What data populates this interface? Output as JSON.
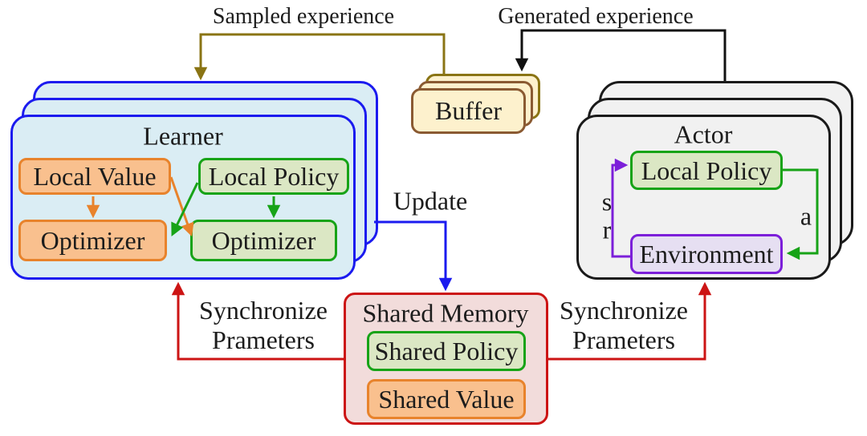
{
  "figure": {
    "type": "reinforcement-learning-architecture-diagram",
    "labels": {
      "sampled_experience": "Sampled experience",
      "generated_experience": "Generated experience",
      "update": "Update",
      "sync_line1": "Synchronize",
      "sync_line2": "Prameters",
      "state": "s",
      "reward": "r",
      "action": "a"
    },
    "learner": {
      "title": "Learner",
      "local_value": "Local Value",
      "local_policy": "Local Policy",
      "value_optimizer": "Optimizer",
      "policy_optimizer": "Optimizer"
    },
    "buffer": {
      "title": "Buffer"
    },
    "actor": {
      "title": "Actor",
      "local_policy": "Local Policy",
      "environment": "Environment"
    },
    "shared_memory": {
      "title": "Shared Memory",
      "shared_policy": "Shared Policy",
      "shared_value": "Shared Value"
    },
    "colors": {
      "learner_border": "#1b1bef",
      "learner_fill": "#daedf4",
      "actor_border": "#1a1a1a",
      "actor_fill": "#f1f1f1",
      "buffer_border": "#8a5a32",
      "buffer_back_border": "#8a7414",
      "buffer_fill": "#fdf1cd",
      "orange": "#e8832c",
      "orange_fill": "#f9c08e",
      "green": "#17a317",
      "green_fill": "#dbe7c4",
      "purple": "#7c1fd9",
      "purple_fill": "#e6dff2",
      "red": "#cc1414",
      "shared_fill": "#f2dcdb",
      "blue": "#1b1bef",
      "olive": "#8a7414",
      "black": "#111111"
    }
  }
}
